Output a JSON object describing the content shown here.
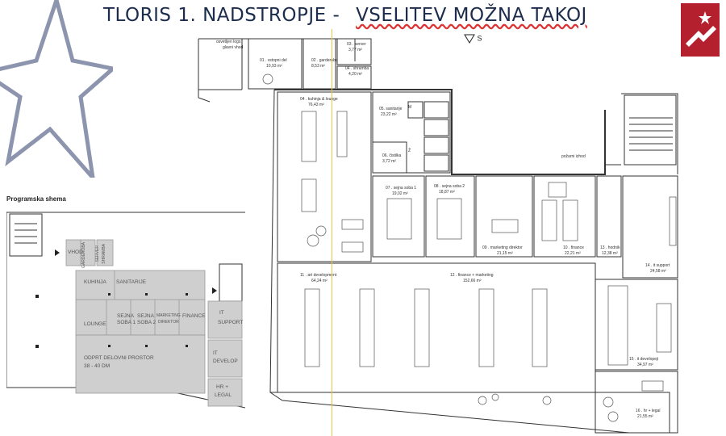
{
  "header": {
    "title_part1": "TLORIS 1. NADSTROPJE -",
    "title_part2": "VSELITEV MOŽNA TAKOJ",
    "north_label": "S"
  },
  "colors": {
    "title": "#1c2c4c",
    "brand": "#b5202e",
    "schema_fill": "#cfcfcf",
    "guide_line": "#e8c640"
  },
  "plan": {
    "labels": {
      "logo": "osvetljen logo",
      "entrance": "glavni vhod",
      "r01": "01 . vstopni del",
      "r01a": "10,93 m²",
      "r02": "02 . garderoba",
      "r02a": "8,53 m²",
      "r03": "03 . server",
      "r03a": "3,77 m²",
      "r04s": "04 . shramba",
      "r04sa": "4,20 m²",
      "r04": "04 . kuhinja & lounge",
      "r04a": "76,43 m²",
      "r05": "05. sanitarije",
      "r05a": "23,22 m²",
      "r06": "06. čistilka",
      "r06a": "3,72 m²",
      "wc_m": "M",
      "wc_z": "Ž",
      "fire_exit": "požarni izhod",
      "r07": "07 . sejna soba 1",
      "r07a": "19,02 m²",
      "r08": "08 . sejna soba 2",
      "r08a": "18,87 m²",
      "r09": "09 . marketing direktor",
      "r09a": "21,15 m²",
      "r10": "10 . finance",
      "r10a": "22,21 m²",
      "r13": "13 . hodnik",
      "r13a": "12,38 m²",
      "r14": "14 . it support",
      "r14a": "24,58 m²",
      "r11": "11 . art development",
      "r11a": "64,24 m²",
      "r12": "12 . finance + marketing",
      "r12a": "152,66 m²",
      "r15": "15 . it developeji",
      "r15a": "34,97 m²",
      "r16": "16 . hr + legal",
      "r16a": "21,55 m²"
    }
  },
  "schema": {
    "title": "Programska shema",
    "labels": {
      "vhod": "VHOD",
      "garderoba": "GARDEROBA",
      "server": "SERVER",
      "shramba": "SHRAMBA",
      "kuhinja": "KUHINJA",
      "sanitarije": "SANITARIJE",
      "lounge": "LOUNGE",
      "sejna1a": "SEJNA",
      "sejna1b": "SOBA 1",
      "sejna2a": "SEJNA",
      "sejna2b": "SOBA 2",
      "marketing_a": "MARKETING",
      "marketing_b": "DIREKTOR",
      "finance": "FINANCE",
      "it_a": "IT",
      "it_b": "SUPPORT",
      "open1": "ODPRT DELOVNI PROSTOR",
      "open2": "38 - 40 DM",
      "itdev_a": "IT",
      "itdev_b": "DEVELOP",
      "hr_a": "HR +",
      "hr_b": "LEGAL"
    }
  }
}
